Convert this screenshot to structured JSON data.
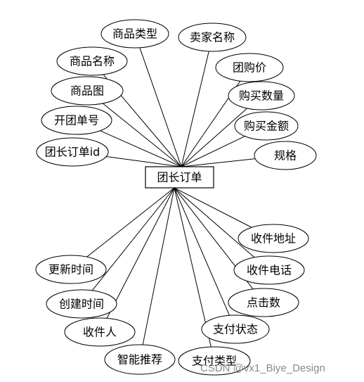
{
  "entity": {
    "label": "团长订单"
  },
  "top_attributes": [
    {
      "id": "product-type",
      "label": "商品类型"
    },
    {
      "id": "seller-name",
      "label": "卖家名称"
    },
    {
      "id": "product-name",
      "label": "商品名称"
    },
    {
      "id": "group-price",
      "label": "团购价"
    },
    {
      "id": "product-image",
      "label": "商品图"
    },
    {
      "id": "purchase-quantity",
      "label": "购买数量"
    },
    {
      "id": "group-number",
      "label": "开团单号"
    },
    {
      "id": "purchase-amount",
      "label": "购买金额"
    },
    {
      "id": "leader-order-id",
      "label": "团长订单id"
    },
    {
      "id": "spec",
      "label": "规格"
    }
  ],
  "bottom_attributes": [
    {
      "id": "shipping-address",
      "label": "收件地址"
    },
    {
      "id": "update-time",
      "label": "更新时间"
    },
    {
      "id": "recipient-phone",
      "label": "收件电话"
    },
    {
      "id": "create-time",
      "label": "创建时间"
    },
    {
      "id": "clicks",
      "label": "点击数"
    },
    {
      "id": "recipient",
      "label": "收件人"
    },
    {
      "id": "payment-status",
      "label": "支付状态"
    },
    {
      "id": "smart-recommend",
      "label": "智能推荐"
    },
    {
      "id": "payment-type",
      "label": "支付类型"
    }
  ],
  "watermark": "CSDN @vx1_Biye_Design"
}
